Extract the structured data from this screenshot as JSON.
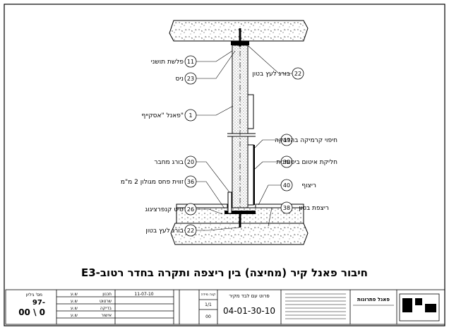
{
  "title": "E3-חיבור פאנל קיר (מחיצה) בין ריצפה ותקרה בחדר רטוב",
  "callouts": [
    {
      "num": "11",
      "text": "פלשת תושני"
    },
    {
      "num": "23",
      "text": "ניס"
    },
    {
      "num": "1",
      "text": "פאנל \"אסקייף\""
    },
    {
      "num": "20",
      "text": "בורג מחבר"
    },
    {
      "num": "36",
      "text": "זווית פחס מגולון 2 מ\"מ"
    },
    {
      "num": "26",
      "text": "טיט קנפרציגוג"
    },
    {
      "num": "22",
      "text": "בורג לעץ בטון"
    },
    {
      "num": "22",
      "text": "בורג לעץ בטון"
    },
    {
      "num": "49",
      "text": "חיפוי קרמיקה בהדבקה"
    },
    {
      "num": "30",
      "text": "חליקת איטום ביטומנית"
    },
    {
      "num": "40",
      "text": "ריצוף"
    },
    {
      "num": "38",
      "text": "ריצפת בטון"
    }
  ],
  "title_block": {
    "drawing_no": "04-01-30-10",
    "drawing_title": "פרוט עם לבד מקיר",
    "scale_label": "קנה מידה",
    "scale": "1/1",
    "sheet_label": "מס' גיליון",
    "sheet_code": "97-",
    "sheet_no": "00 \\ 0",
    "rev": "00",
    "date": "11-07-10",
    "roles": [
      "תכנון",
      "שרטוט",
      "בדיקה",
      "אישור"
    ],
    "role_values": [
      "ש.ע",
      "ש.ע",
      "ש.ע",
      "ש.ע"
    ],
    "company": "פאנל פתרונות"
  }
}
